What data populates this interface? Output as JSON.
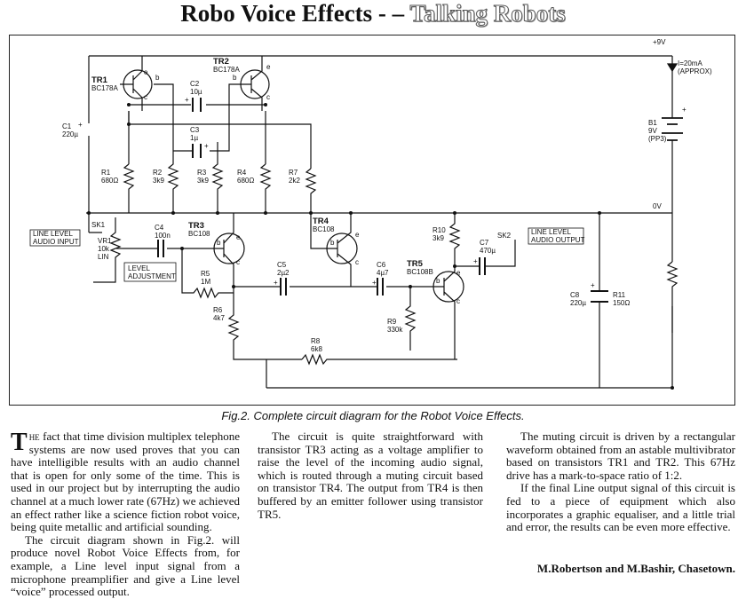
{
  "title": {
    "part1": "Robo Voice Effects - – ",
    "part2": "Talking Robots"
  },
  "circuit": {
    "supply_plus": "+9V",
    "supply_zero": "0V",
    "current": "I=20mA",
    "current2": "(APPROX)",
    "tr1": {
      "name": "TR1",
      "type": "BC178A"
    },
    "tr2": {
      "name": "TR2",
      "type": "BC178A"
    },
    "tr3": {
      "name": "TR3",
      "type": "BC108"
    },
    "tr4": {
      "name": "TR4",
      "type": "BC108"
    },
    "tr5": {
      "name": "TR5",
      "type": "BC108B"
    },
    "c1": {
      "name": "C1",
      "value": "220µ"
    },
    "c2": {
      "name": "C2",
      "value": "10µ"
    },
    "c3": {
      "name": "C3",
      "value": "1µ"
    },
    "c4": {
      "name": "C4",
      "value": "100n"
    },
    "c5": {
      "name": "C5",
      "value": "2µ2"
    },
    "c6": {
      "name": "C6",
      "value": "4µ7"
    },
    "c7": {
      "name": "C7",
      "value": "470µ"
    },
    "c8": {
      "name": "C8",
      "value": "220µ"
    },
    "r1": {
      "name": "R1",
      "value": "680Ω"
    },
    "r2": {
      "name": "R2",
      "value": "3k9"
    },
    "r3": {
      "name": "R3",
      "value": "3k9"
    },
    "r4": {
      "name": "R4",
      "value": "680Ω"
    },
    "r5": {
      "name": "R5",
      "value": "1M"
    },
    "r6": {
      "name": "R6",
      "value": "4k7"
    },
    "r7": {
      "name": "R7",
      "value": "2k2"
    },
    "r8": {
      "name": "R8",
      "value": "6k8"
    },
    "r9": {
      "name": "R9",
      "value": "330k"
    },
    "r10": {
      "name": "R10",
      "value": "3k9"
    },
    "r11": {
      "name": "R11",
      "value": "150Ω"
    },
    "vr1": {
      "name": "VR1",
      "value": "10k",
      "law": "LIN"
    },
    "b1": {
      "name": "B1",
      "value": "9V",
      "type": "(PP3)"
    },
    "sk1": "SK1",
    "sk2": "SK2",
    "line_in": [
      "LINE LEVEL",
      "AUDIO INPUT"
    ],
    "line_out": [
      "LINE LEVEL",
      "AUDIO OUTPUT"
    ],
    "level_adj": [
      "LEVEL",
      "ADJUSTMENT"
    ],
    "pin_b": "b",
    "pin_c": "c",
    "pin_e": "e",
    "plus": "+"
  },
  "caption": "Fig.2. Complete circuit diagram for the Robot Voice Effects.",
  "article": {
    "drop": "T",
    "smallcaps": "he",
    "p1": " fact that time division multiplex telephone systems are now used proves that you can have intelligible results with an audio channel that is open for only some of the time. This is used in our project but by interrupting the audio channel at a much lower rate (67Hz) we achieved an effect rather like a science fiction robot voice, being quite metallic and artificial sounding.",
    "p2": "The circuit diagram shown in Fig.2. will produce novel Robot Voice Effects from, for example, a Line level input signal from a microphone preamplifier and give a Line level “voice” processed output.",
    "p3": "The circuit is quite straightforward with transistor TR3 acting as a voltage amplifier to raise the level of the incoming audio signal, which is routed through a muting circuit based on transistor TR4. The output from TR4 is then buffered by an emitter follower using transistor TR5.",
    "p4": "The muting circuit is driven by a rectangular waveform obtained from an astable multivibrator based on transistors TR1 and TR2. This 67Hz drive has a mark-to-space ratio of 1:2.",
    "p5": "If the final Line output signal of this circuit is fed to a piece of equipment which also incorporates a graphic equaliser, and a little trial and error, the results can be even more effective.",
    "author": "M.Robertson and M.Bashir, Chasetown."
  }
}
